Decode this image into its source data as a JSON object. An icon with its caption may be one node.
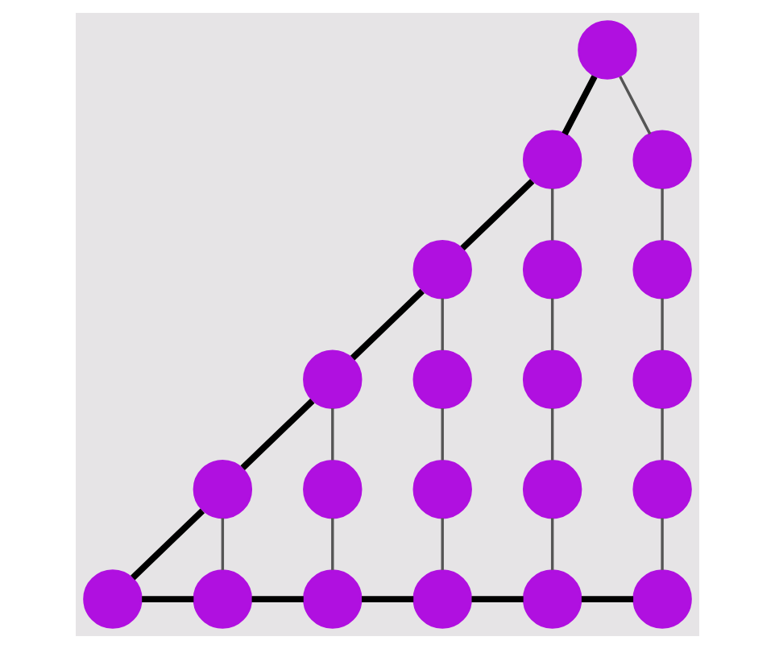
{
  "diagram": {
    "nodes": [
      {
        "text": [],
        "shape": "circle"
      },
      {
        "text": [],
        "shape": "circle"
      },
      {
        "text": [],
        "shape": "circle"
      },
      {
        "text": [],
        "shape": "circle"
      },
      {
        "text": [],
        "shape": "circle"
      },
      {
        "text": [],
        "shape": "circle"
      },
      {
        "text": [],
        "shape": "circle"
      },
      {
        "text": [],
        "shape": "circle"
      },
      {
        "text": [],
        "shape": "circle"
      },
      {
        "text": [],
        "shape": "circle"
      },
      {
        "text": [],
        "shape": "circle"
      },
      {
        "text": [],
        "shape": "circle"
      },
      {
        "text": [],
        "shape": "circle"
      },
      {
        "text": [],
        "shape": "circle"
      },
      {
        "text": [],
        "shape": "circle"
      },
      {
        "text": [],
        "shape": "circle"
      },
      {
        "text": [],
        "shape": "circle"
      },
      {
        "text": [],
        "shape": "circle"
      },
      {
        "text": [],
        "shape": "circle"
      },
      {
        "text": [],
        "shape": "circle"
      },
      {
        "text": [],
        "shape": "circle"
      }
    ],
    "edges": [
      {
        "from": 0,
        "to": 1,
        "arrow": "none",
        "style": "thick",
        "color": "#000000"
      },
      {
        "from": 1,
        "to": 3,
        "arrow": "none",
        "style": "thick",
        "color": "#000000"
      },
      {
        "from": 3,
        "to": 6,
        "arrow": "none",
        "style": "thick",
        "color": "#000000"
      },
      {
        "from": 6,
        "to": 10,
        "arrow": "none",
        "style": "thick",
        "color": "#000000"
      },
      {
        "from": 10,
        "to": 15,
        "arrow": "none",
        "style": "thick",
        "color": "#000000"
      },
      {
        "from": 0,
        "to": 2,
        "arrow": "none"
      },
      {
        "from": 2,
        "to": 5,
        "arrow": "none"
      },
      {
        "from": 5,
        "to": 9,
        "arrow": "none"
      },
      {
        "from": 9,
        "to": 14,
        "arrow": "none"
      },
      {
        "from": 14,
        "to": 20,
        "arrow": "none"
      },
      {
        "from": 1,
        "to": 4,
        "arrow": "none"
      },
      {
        "from": 4,
        "to": 8,
        "arrow": "none"
      },
      {
        "from": 8,
        "to": 13,
        "arrow": "none"
      },
      {
        "from": 13,
        "to": 19,
        "arrow": "none"
      },
      {
        "from": 3,
        "to": 7,
        "arrow": "none"
      },
      {
        "from": 7,
        "to": 12,
        "arrow": "none"
      },
      {
        "from": 12,
        "to": 18,
        "arrow": "none"
      },
      {
        "from": 6,
        "to": 11,
        "arrow": "none"
      },
      {
        "from": 11,
        "to": 17,
        "arrow": "none"
      },
      {
        "from": 10,
        "to": 16,
        "arrow": "none"
      },
      {
        "from": 15,
        "to": 16,
        "arrow": "none",
        "style": "thick",
        "color": "#000000"
      },
      {
        "from": 16,
        "to": 17,
        "arrow": "none",
        "style": "thick",
        "color": "#000000"
      },
      {
        "from": 17,
        "to": 18,
        "arrow": "none",
        "style": "thick",
        "color": "#000000"
      },
      {
        "from": 18,
        "to": 19,
        "arrow": "none",
        "style": "thick",
        "color": "#000000"
      },
      {
        "from": 19,
        "to": 20,
        "arrow": "none",
        "style": "thick",
        "color": "#000000"
      }
    ]
  }
}
